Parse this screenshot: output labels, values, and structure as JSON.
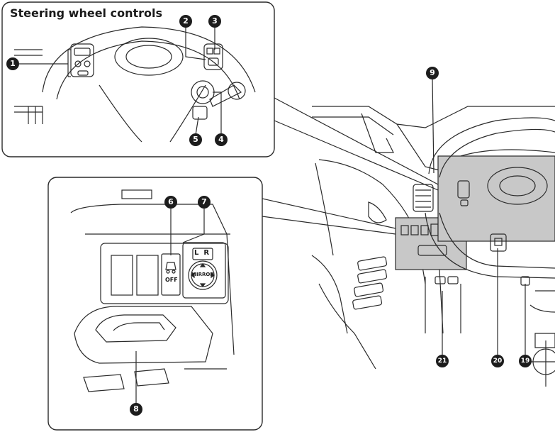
{
  "title": "Steering wheel controls",
  "callouts": {
    "c1": "1",
    "c2": "2",
    "c3": "3",
    "c4": "4",
    "c5": "5",
    "c6": "6",
    "c7": "7",
    "c8": "8",
    "c9": "9",
    "c19": "19",
    "c20": "20",
    "c21": "21"
  },
  "switch_labels": {
    "mirror_lr": "L  R",
    "mirror": "MIRROR",
    "vsc_off": "OFF"
  },
  "colors": {
    "line": "#2a2a2a",
    "callout_bg": "#1c1c1c",
    "highlight": "#c8c8c8"
  }
}
